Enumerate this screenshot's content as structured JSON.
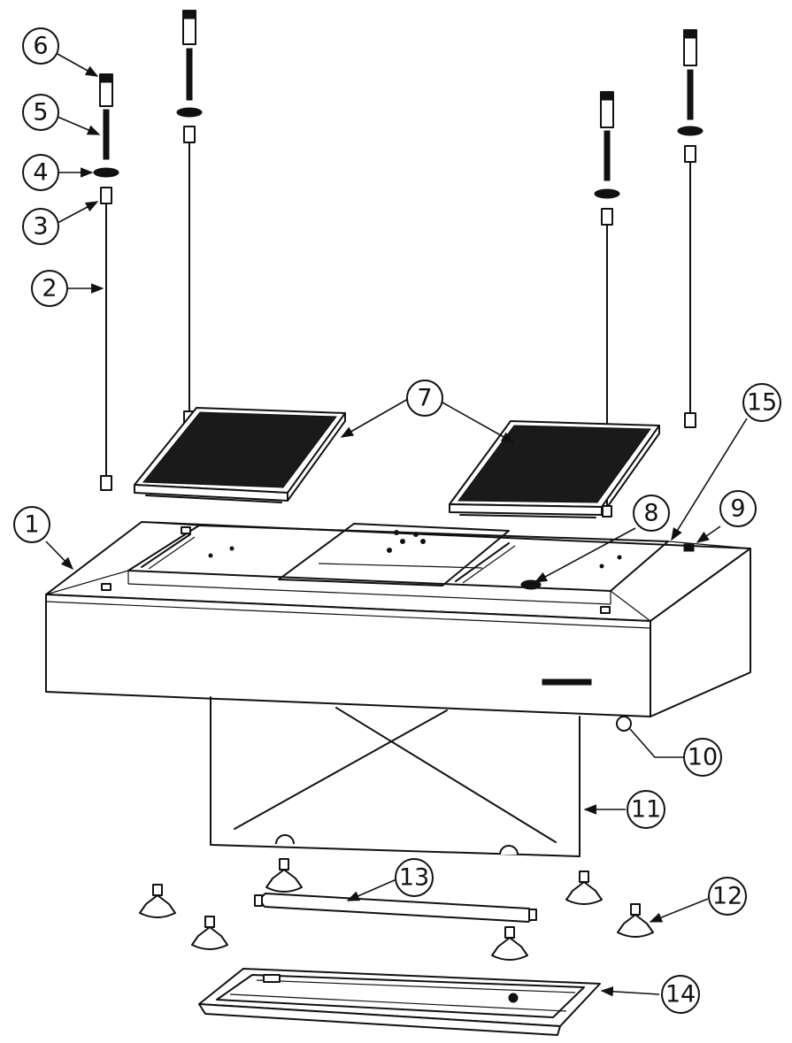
{
  "callouts": [
    {
      "id": "1",
      "label": "1"
    },
    {
      "id": "2",
      "label": "2"
    },
    {
      "id": "3",
      "label": "3"
    },
    {
      "id": "4",
      "label": "4"
    },
    {
      "id": "5",
      "label": "5"
    },
    {
      "id": "6",
      "label": "6"
    },
    {
      "id": "7",
      "label": "7"
    },
    {
      "id": "8",
      "label": "8"
    },
    {
      "id": "9",
      "label": "9"
    },
    {
      "id": "10",
      "label": "10"
    },
    {
      "id": "11",
      "label": "11"
    },
    {
      "id": "12",
      "label": "12"
    },
    {
      "id": "13",
      "label": "13"
    },
    {
      "id": "14",
      "label": "14"
    },
    {
      "id": "15",
      "label": "15"
    }
  ],
  "colors": {
    "ink": "#111111",
    "background": "#ffffff"
  }
}
